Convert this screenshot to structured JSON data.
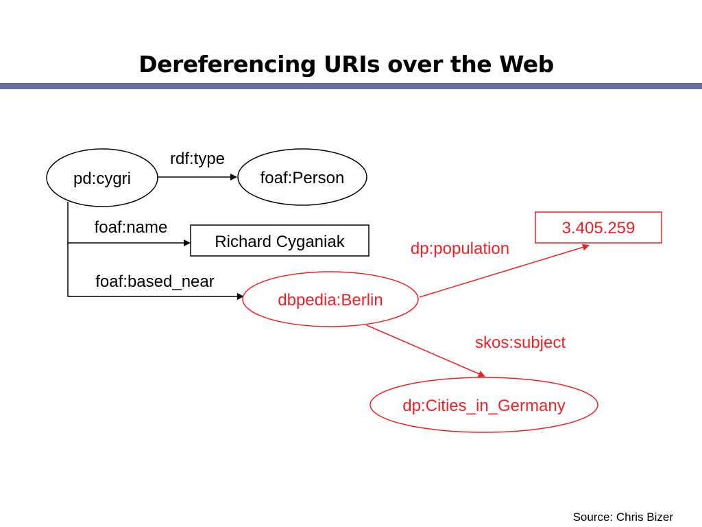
{
  "title": "Dereferencing URIs over the Web",
  "colors": {
    "title_rule": "#666ea4",
    "black": "#000000",
    "red": "#e8242a"
  },
  "diagram": {
    "nodes": {
      "pd_cygri": "pd:cygri",
      "foaf_person": "foaf:Person",
      "richard_cyganiak": "Richard Cyganiak",
      "dbpedia_berlin": "dbpedia:Berlin",
      "population_value": "3.405.259",
      "cities_in_germany": "dp:Cities_in_Germany"
    },
    "edges": {
      "rdf_type": "rdf:type",
      "foaf_name": "foaf:name",
      "foaf_based_near": "foaf:based_near",
      "dp_population": "dp:population",
      "skos_subject": "skos:subject"
    }
  },
  "footer": {
    "source": "Source: Chris Bizer"
  }
}
